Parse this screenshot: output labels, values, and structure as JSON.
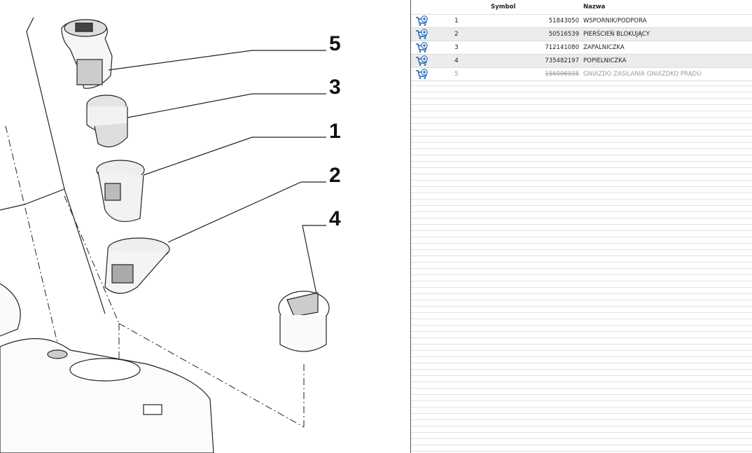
{
  "parts_table": {
    "headers": {
      "symbol": "Symbol",
      "name": "Nazwa"
    },
    "rows": [
      {
        "index": "1",
        "symbol": "51843050",
        "name": "WSPORNIK/PODPORA",
        "inactive": false
      },
      {
        "index": "2",
        "symbol": "50516539",
        "name": "PIERŚCIEŃ BLOKUJĄCY",
        "inactive": false
      },
      {
        "index": "3",
        "symbol": "712141080",
        "name": "ZAPALNICZKA",
        "inactive": false
      },
      {
        "index": "4",
        "symbol": "735482197",
        "name": "POPIELNICZKA",
        "inactive": false
      },
      {
        "index": "5",
        "symbol": "156096935",
        "name": "GNIAZDO ZASILANIA GNIAZDKO PRĄDU",
        "inactive": true
      }
    ]
  },
  "diagram": {
    "callouts": [
      "5",
      "3",
      "1",
      "2",
      "4"
    ]
  },
  "icons": {
    "row_action": "add-to-cart-icon"
  },
  "colors": {
    "row_alt": "#ececec",
    "inactive_text": "#9a9a9a",
    "icon_blue": "#1a5fb4"
  }
}
